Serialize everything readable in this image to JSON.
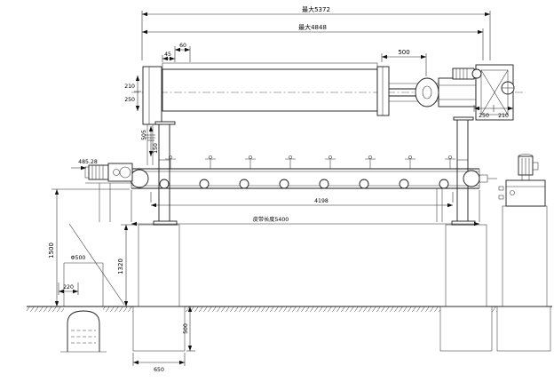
{
  "drawing": {
    "title": "filter-press-with-belt-conveyor-elevation",
    "dims": {
      "overall": "最大5372",
      "width4848": "最大4848",
      "top500": "500",
      "d60": "60",
      "d45": "45",
      "left210": "210",
      "left250": "250",
      "right250": "250",
      "right210": "210",
      "d505": "505",
      "d150": "150",
      "d485": "485.28",
      "d1500": "1500",
      "d1320": "1320",
      "phi500": "Φ500",
      "d220": "220",
      "d4198": "4198",
      "belt": "皮带长度5400",
      "depth500": "500",
      "width650": "650"
    }
  }
}
